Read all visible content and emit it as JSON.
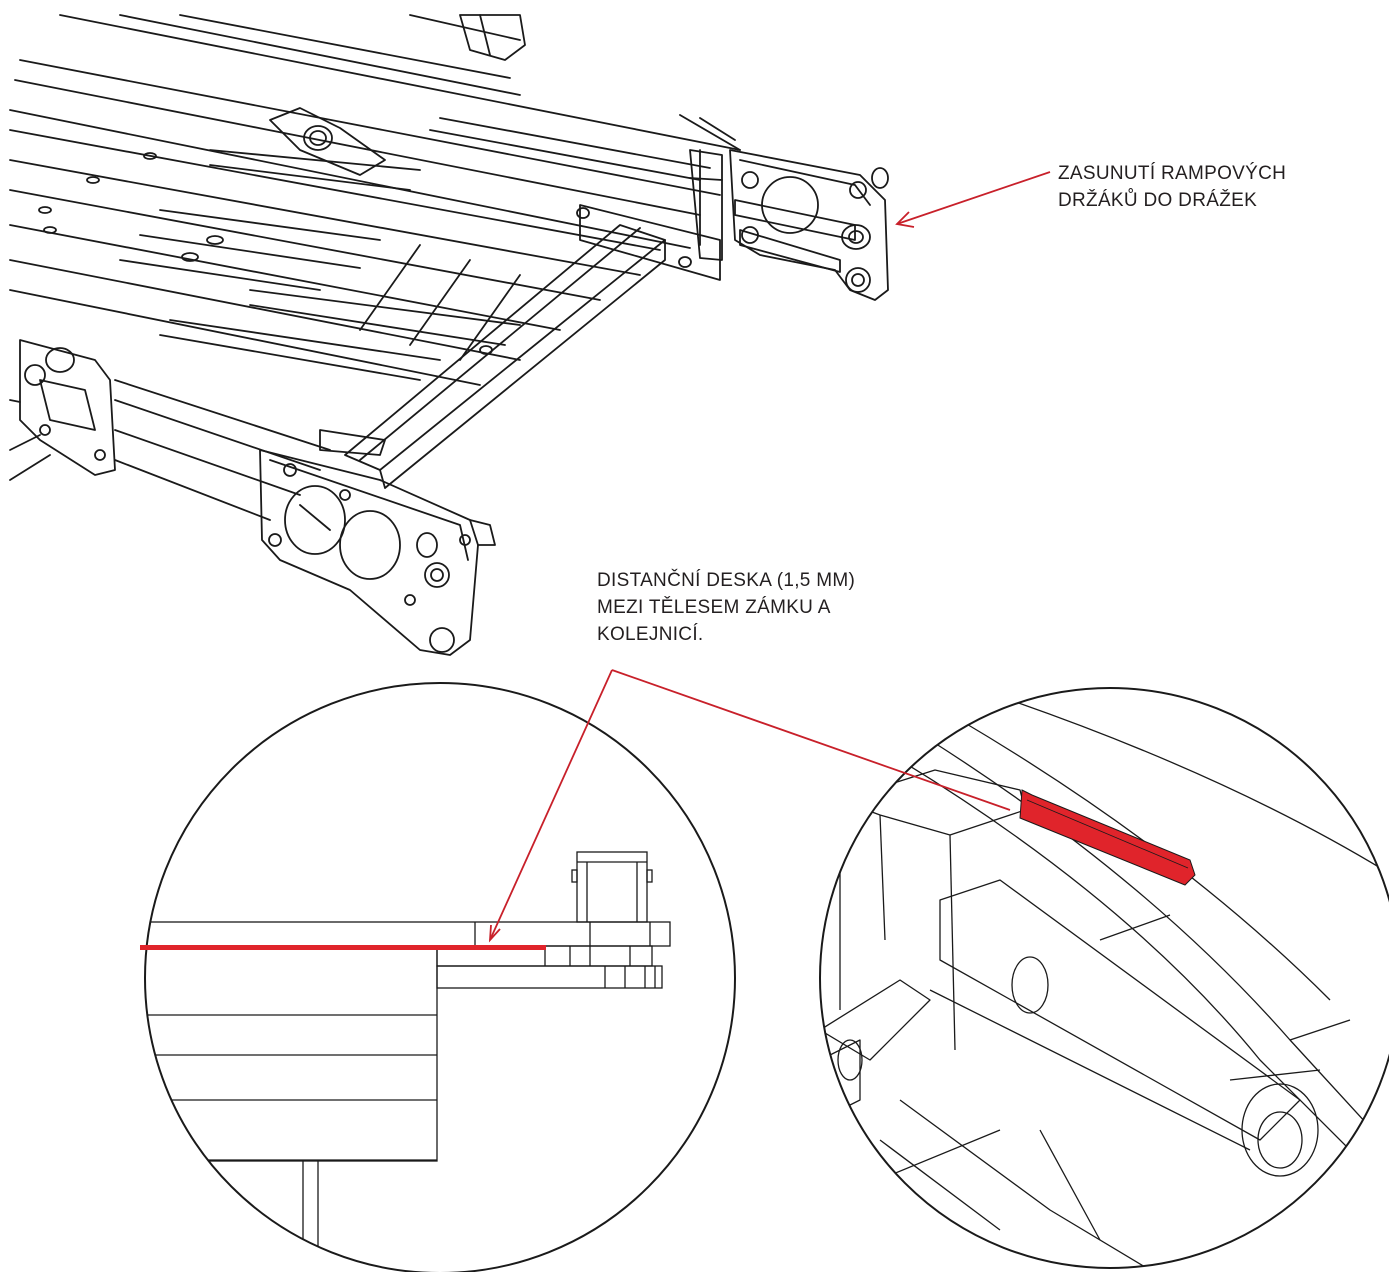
{
  "callouts": {
    "ramp_holders": {
      "lines": [
        "ZASUNUTÍ RAMPOVÝCH",
        "DRŽÁKŮ DO DRÁŽEK"
      ]
    },
    "spacer_plate": {
      "lines": [
        "DISTANČNÍ DESKA (1,5 MM)",
        "MEZI TĚLESEM ZÁMKU A",
        "KOLEJNICÍ."
      ]
    }
  },
  "colors": {
    "line": "#1a1a1a",
    "highlight": "#e0242b",
    "leader": "#c8202a",
    "text": "#231f20",
    "background": "#ffffff"
  }
}
